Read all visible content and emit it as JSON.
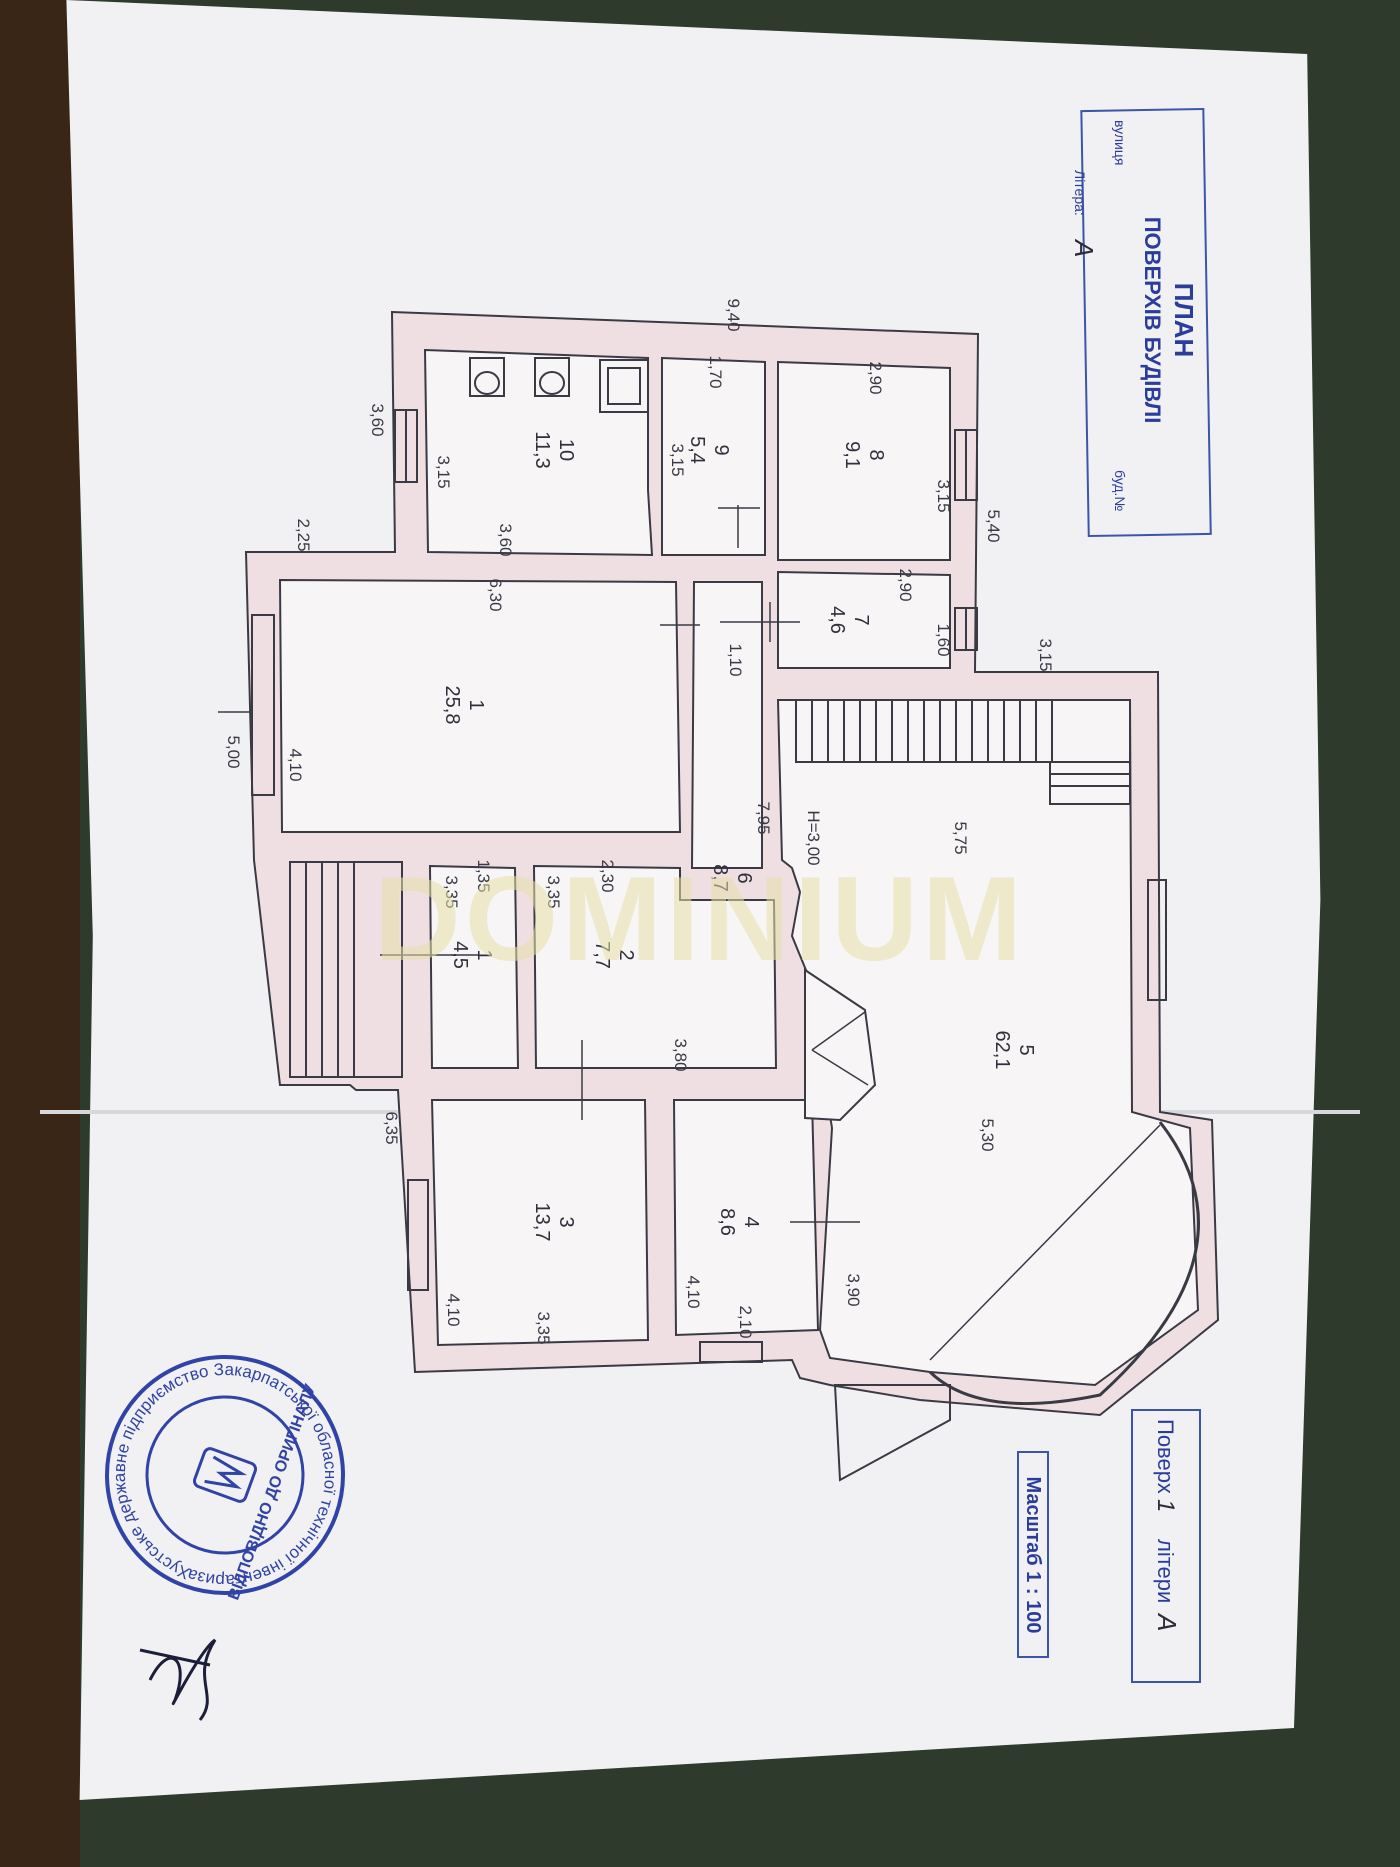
{
  "title_block": {
    "title": "ПЛАН",
    "subtitle": "ПОВЕРХІВ БУДІВЛІ",
    "street_label": "вулиця",
    "building_no_label": "буд.№",
    "letter_label": "Літера:",
    "letter_value": "А"
  },
  "floor_block": {
    "floor_label": "Поверх",
    "floor_value": "1",
    "letters_label": "літери",
    "letters_value": "А"
  },
  "scale_block": {
    "label": "Масштаб 1 : 100"
  },
  "rooms": [
    {
      "number": "1",
      "area": "25,8"
    },
    {
      "number": "1",
      "area": "4,5"
    },
    {
      "number": "2",
      "area": "7,7"
    },
    {
      "number": "3",
      "area": "13,7"
    },
    {
      "number": "4",
      "area": "8,6"
    },
    {
      "number": "5",
      "area": "62,1"
    },
    {
      "number": "6",
      "area": "8,7"
    },
    {
      "number": "7",
      "area": "4,6"
    },
    {
      "number": "8",
      "area": "9,1"
    },
    {
      "number": "9",
      "area": "5,4"
    },
    {
      "number": "10",
      "area": "11,3"
    }
  ],
  "dimensions": {
    "d_940": "9,40",
    "d_360_outer": "3,60",
    "d_315_a": "3,15",
    "d_360_inner": "3,60",
    "d_225": "2,25",
    "d_500": "5,00",
    "d_410_a": "4,10",
    "d_630": "6,30",
    "d_170": "1,70",
    "d_315_b": "3,15",
    "d_290_a": "2,90",
    "d_315_c": "3,15",
    "d_540": "5,40",
    "d_290_b": "2,90",
    "d_160": "1,60",
    "d_110": "1,10",
    "d_315_d": "3,15",
    "d_795": "7,95",
    "d_h300": "H=3,00",
    "d_575": "5,75",
    "d_135": "1,35",
    "d_335_a": "3,35",
    "d_335_b": "3,35",
    "d_230": "2,30",
    "d_380": "3,80",
    "d_635": "6,35",
    "d_410_b": "4,10",
    "d_335_c": "3,35",
    "d_410_c": "4,10",
    "d_210": "2,10",
    "d_390": "3,90",
    "d_530": "5,30"
  },
  "watermark": "DOMINIUM",
  "stamp": {
    "ring_text": "Хустське державне підприємство Закарпатської обласної технічної інвентаризації • м.ХУСТ •",
    "center_text": "ВІДПОВІДНО ДО ОРИГІНАЛУ"
  },
  "colors": {
    "wall_fill": "#efdfe2",
    "wall_stroke": "#3a3a44",
    "stamp_blue": "#2b3d9a",
    "paper": "#f1f1f3",
    "table": "#2d3a2c"
  }
}
